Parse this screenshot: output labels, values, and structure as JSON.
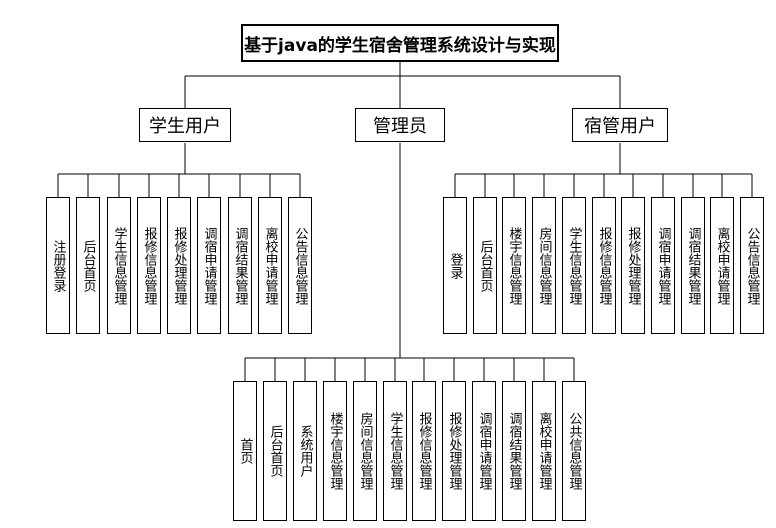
{
  "title": "基于java的学生宿舍管理系统设计与实现",
  "roles": [
    {
      "name": "学生用户",
      "modules": [
        "注册登录",
        "后台首页",
        "学生信息管理",
        "报修信息管理",
        "报修处理管理",
        "调宿申请管理",
        "调宿结果管理",
        "离校申请管理",
        "公告信息管理"
      ]
    },
    {
      "name": "管理员",
      "modules": [
        "首页",
        "后台首页",
        "系统用户",
        "楼宇信息管理",
        "房间信息管理",
        "学生信息管理",
        "报修信息管理",
        "报修处理管理",
        "调宿申请管理",
        "调宿结果管理",
        "离校申请管理",
        "公共信息管理"
      ]
    },
    {
      "name": "宿管用户",
      "modules": [
        "登录",
        "后台首页",
        "楼宇信息管理",
        "房间信息管理",
        "学生信息管理",
        "报修信息管理",
        "报修处理管理",
        "调宿申请管理",
        "调宿结果管理",
        "离校申请管理",
        "公告信息管理"
      ]
    }
  ]
}
